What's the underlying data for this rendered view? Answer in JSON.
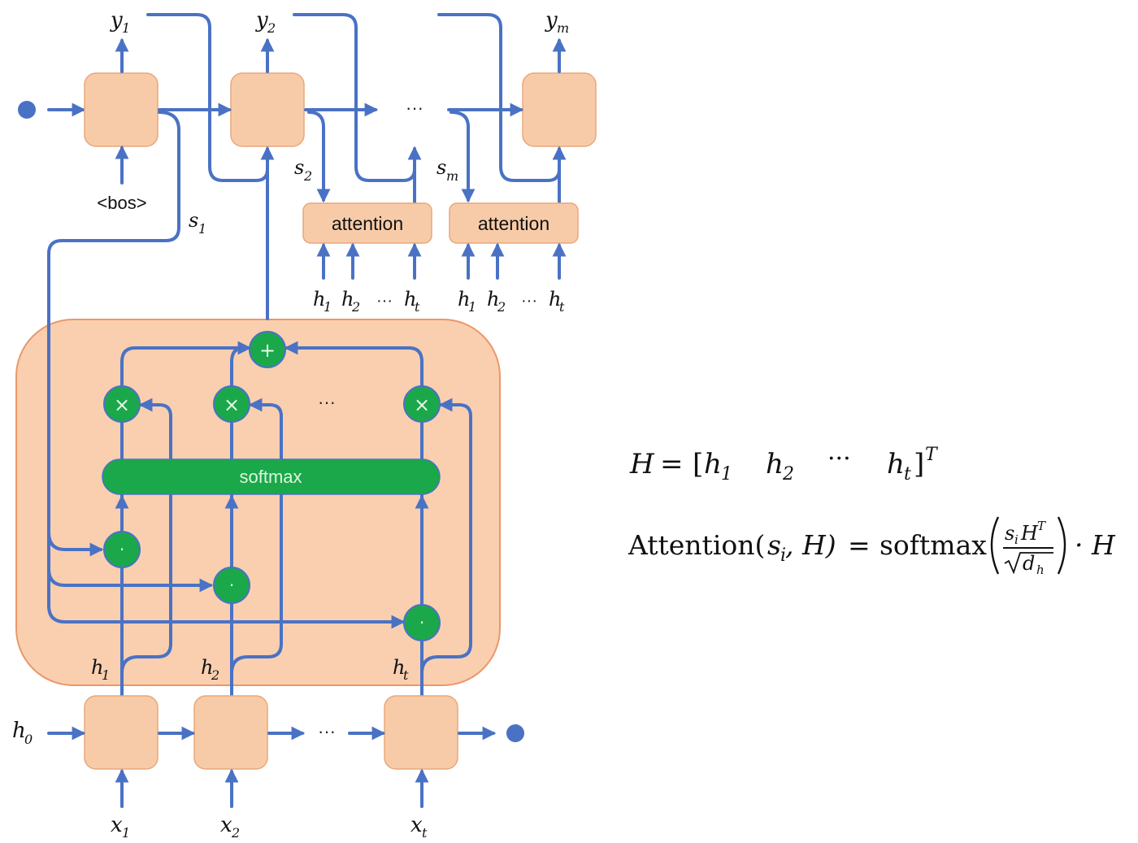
{
  "decoder": {
    "outputs": [
      "y",
      "1",
      "y",
      "2",
      "y",
      "m"
    ],
    "bos": "<bos>",
    "s1": [
      "s",
      "1"
    ],
    "s2": [
      "s",
      "2"
    ],
    "sm": [
      "s",
      "m"
    ],
    "ellipsis": "···",
    "attention_label": "attention",
    "attention_inputs": {
      "h1": [
        "h",
        "1"
      ],
      "h2": [
        "h",
        "2"
      ],
      "ht": [
        "h",
        "t"
      ],
      "dots": "···"
    }
  },
  "attention_block": {
    "plus": "+",
    "times": "×",
    "dot": "·",
    "softmax": "softmax",
    "ellipsis": "···",
    "h_labels": [
      [
        "h",
        "1"
      ],
      [
        "h",
        "2"
      ],
      [
        "h",
        "t"
      ]
    ]
  },
  "encoder": {
    "h0": [
      "h",
      "0"
    ],
    "inputs": [
      [
        "x",
        "1"
      ],
      [
        "x",
        "2"
      ],
      [
        "x",
        "t"
      ]
    ],
    "ellipsis": "···"
  },
  "equations": {
    "eq1": {
      "lhs": "H",
      "equals": "=",
      "open": "[",
      "items": [
        [
          "h",
          "1"
        ],
        [
          "h",
          "2"
        ],
        "···",
        [
          "h",
          "t"
        ]
      ],
      "close": "]",
      "sup": "T"
    },
    "eq2": {
      "fn": "Attention(",
      "si": [
        "s",
        "i"
      ],
      "comma_h": ", H)",
      "equals": "=",
      "softmax": "softmax",
      "num": [
        "s",
        "i",
        "H",
        "T"
      ],
      "den": [
        "d",
        "h"
      ],
      "tail": "· H"
    }
  },
  "colors": {
    "wire": "#4a72c4",
    "cell": "#f8cba8",
    "node": "#1aa84b",
    "dot": "#4a72c4"
  }
}
